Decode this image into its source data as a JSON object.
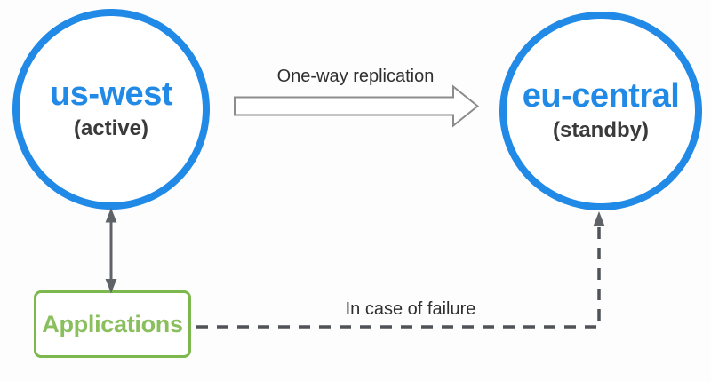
{
  "diagram": {
    "nodes": {
      "us_west": {
        "label": "us-west",
        "state": "(active)"
      },
      "eu_central": {
        "label": "eu-central",
        "state": "(standby)"
      },
      "applications": {
        "label": "Applications"
      }
    },
    "edges": {
      "replication": {
        "label": "One-way replication",
        "from": "us-west",
        "to": "eu-central",
        "style": "block-arrow"
      },
      "app_link": {
        "from": "Applications",
        "to": "us-west",
        "style": "double-headed-arrow"
      },
      "failover": {
        "label": "In case of failure",
        "from": "Applications",
        "to": "eu-central",
        "style": "dashed-arrow"
      }
    },
    "colors": {
      "region_stroke": "#2189e6",
      "region_text": "#2189e6",
      "state_text": "#3a3a3a",
      "app_stroke": "#7cb84e",
      "app_text": "#8abf5e",
      "connector_gray": "#5f6368",
      "dashed_gray": "#4f5257",
      "arrow_outline": "#8c8c8c",
      "arrow_fill": "#ffffff",
      "label_text": "#2f2f2f",
      "background": "#fdfdfd",
      "node_fill": "#ffffff"
    }
  }
}
